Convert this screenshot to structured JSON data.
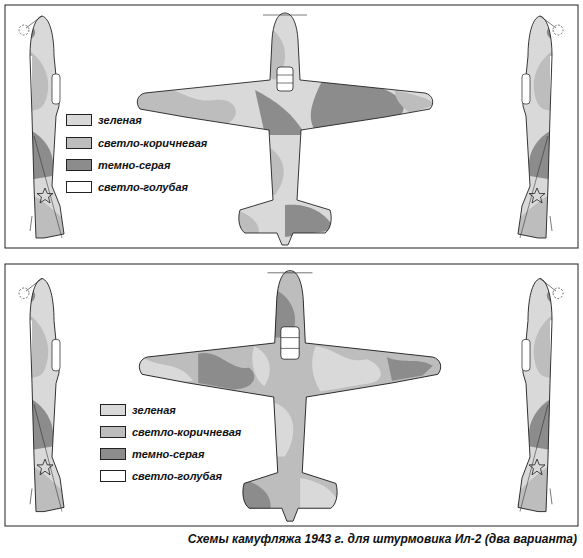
{
  "diagram": {
    "caption": "Схемы камуфляжа 1943 г. для штурмовика Ил-2 (два варианта)",
    "legend": [
      {
        "text": "зеленая",
        "color": "#d9d9d9"
      },
      {
        "text": "светло-коричневая",
        "color": "#bdbdbd"
      },
      {
        "text": "темно-серая",
        "color": "#8c8c8c"
      },
      {
        "text": "светло-голубая",
        "color": "#ffffff"
      },
      {
        "text": "зеленая",
        "color": "#d9d9d9"
      },
      {
        "text": "светло-коричневая",
        "color": "#bdbdbd"
      },
      {
        "text": "темно-серая",
        "color": "#8c8c8c"
      },
      {
        "text": "светло-голубая",
        "color": "#ffffff"
      }
    ]
  }
}
